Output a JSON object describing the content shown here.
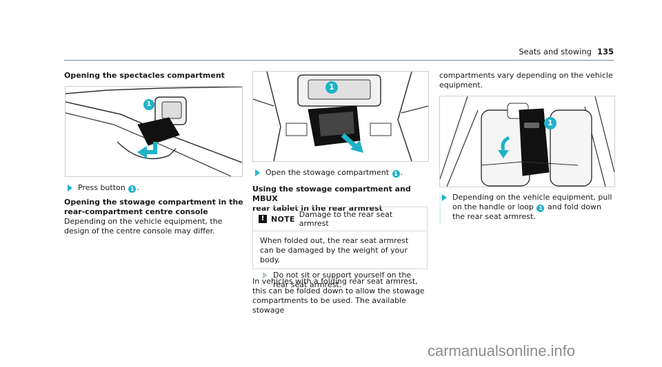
{
  "header": {
    "title": "Seats and stowing",
    "page": "135"
  },
  "col1": {
    "heading1": "Opening the spectacles compartment",
    "step1_text": "Press button",
    "step1_badge": "1",
    "heading2_line1": "Opening the stowage compartment in the",
    "heading2_line2": "rear-compartment centre console",
    "para1": "Depending on the vehicle equipment, the design of the centre console may differ."
  },
  "col2": {
    "step1_text": "Open the stowage compartment",
    "step1_badge": "1",
    "heading_line1": "Using the stowage compartment and MBUX",
    "heading_line2": "rear tablet in the rear armrest",
    "note": {
      "icon": "!",
      "label": "NOTE",
      "title": "Damage to the rear seat armrest",
      "body": "When folded out, the rear seat armrest can be damaged by the weight of your body.",
      "step": "Do not sit or support yourself on the rear seat armrest."
    },
    "para": "In vehicles with a folding rear seat armrest, this can be folded down to allow the stowage compartments to be used. The available stowage"
  },
  "col3": {
    "para_top": "compartments vary depending on the vehicle equipment.",
    "step_text_before": "Depending on the vehicle equipment, pull on the handle or loop",
    "step_badge": "1",
    "step_text_after": "and fold down the rear seat armrest."
  },
  "illustration_badge": "1",
  "watermark": "carmanualsonline.info",
  "colors": {
    "accent": "#1fb2c8",
    "header_rule": "#6f8f9c"
  }
}
